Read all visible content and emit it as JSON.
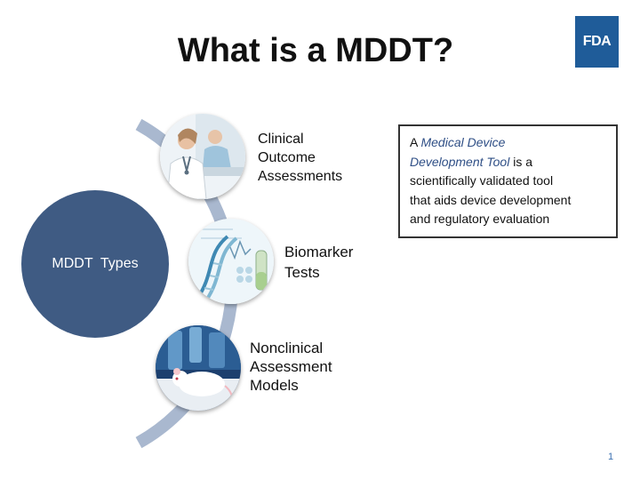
{
  "slide": {
    "title": "What is a MDDT?",
    "logo_text": "FDA",
    "center_label": "MDDT  Types",
    "types": [
      {
        "lines": [
          "Clinical",
          "Outcome",
          "Assessments"
        ],
        "icon": "doctor-patient-photo"
      },
      {
        "lines": [
          "Biomarker",
          "Tests"
        ],
        "icon": "dna-lab-photo"
      },
      {
        "lines": [
          "Nonclinical",
          "Assessment",
          "Models"
        ],
        "icon": "lab-mouse-photo"
      }
    ],
    "definition": {
      "line1_prefix": "A ",
      "line1_em": "Medical Device",
      "line2_em": "Development Tool",
      "line2_suffix": " is a",
      "line3": "scientifically validated tool",
      "line4": "that aids device development",
      "line5": "and regulatory evaluation"
    },
    "page_number": "1"
  },
  "colors": {
    "circle": "#3f5b83",
    "arc": "#a9b8cf",
    "logo": "#1f5c99",
    "emphasis": "#2f4f86",
    "page_number": "#3a6fb0"
  }
}
